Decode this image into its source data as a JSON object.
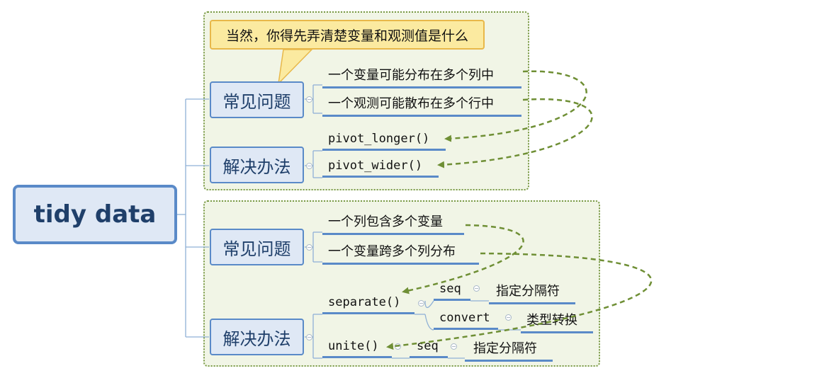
{
  "root": {
    "label": "tidy data"
  },
  "callout": {
    "text": "当然，你得先弄清楚变量和观测值是什么"
  },
  "group1": {
    "problem": {
      "label": "常见问题",
      "items": [
        "一个变量可能分布在多个列中",
        "一个观测可能散布在多个行中"
      ]
    },
    "solution": {
      "label": "解决办法",
      "items": [
        "pivot_longer()",
        "pivot_wider()"
      ]
    }
  },
  "group2": {
    "problem": {
      "label": "常见问题",
      "items": [
        "一个列包含多个变量",
        "一个变量跨多个列分布"
      ]
    },
    "solution": {
      "label": "解决办法",
      "separate": {
        "label": "separate()",
        "args": [
          {
            "name": "seq",
            "desc": "指定分隔符"
          },
          {
            "name": "convert",
            "desc": "类型转换"
          }
        ]
      },
      "unite": {
        "label": "unite()",
        "args": [
          {
            "name": "seq",
            "desc": "指定分隔符"
          }
        ]
      }
    }
  },
  "colors": {
    "node_border": "#5a8ac8",
    "node_fill": "#dfe8f5",
    "boundary_border": "#7a9a46",
    "boundary_fill": "#f1f5e6",
    "arrow": "#6f8f35",
    "callout_fill": "#fbeaa0"
  }
}
